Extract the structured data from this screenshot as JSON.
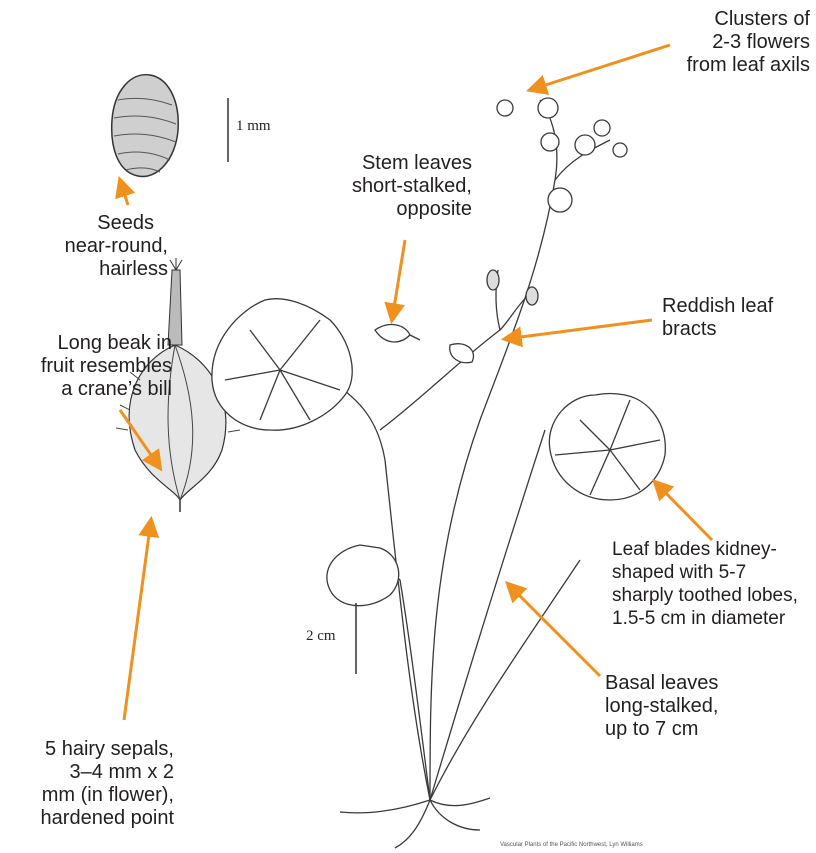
{
  "labels": {
    "clusters": [
      "Clusters of",
      "2-3 flowers",
      "from leaf axils"
    ],
    "stem_leaves": [
      "Stem leaves",
      "short-stalked,",
      "opposite"
    ],
    "seeds": [
      "Seeds",
      "near-round,",
      "hairless"
    ],
    "long_beak": [
      "Long beak in",
      "fruit resembles",
      "a crane’s bill"
    ],
    "bracts": [
      "Reddish leaf",
      "bracts"
    ],
    "leaf_blades": [
      "Leaf blades kidney-",
      "shaped with 5-7",
      "sharply toothed lobes,",
      "1.5-5 cm in diameter"
    ],
    "basal": [
      "Basal leaves",
      "long-stalked,",
      "up to 7 cm"
    ],
    "sepals": [
      "5 hairy sepals,",
      "3–4 mm x 2",
      "mm (in flower),",
      "hardened point"
    ]
  },
  "scales": {
    "seed_scale": "1 mm",
    "plant_scale": "2 cm"
  },
  "credit": "Vascular Plants of the Pacific Northwest, Lyn Williams",
  "colors": {
    "arrow": "#f0901e",
    "text": "#231f20",
    "drawing": "#3a3a3a"
  },
  "icons": [
    "seed-illustration",
    "fruit-illustration",
    "plant-illustration"
  ]
}
